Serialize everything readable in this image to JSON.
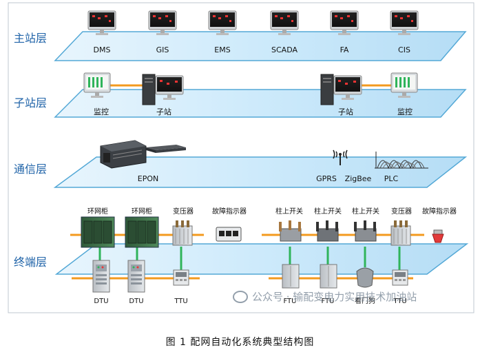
{
  "caption": "图 1 配网自动化系统典型结构图",
  "watermark": "公众号 · 输配变电力实用技术加油站",
  "colors": {
    "band_fill": "#cfe9f8",
    "band_edge": "#4aa9d9",
    "link_orange": "#f39a1e",
    "link_green": "#2fb45a",
    "layer_label": "#1f63a8"
  },
  "layers": {
    "master": {
      "label": "主站层",
      "items": [
        "DMS",
        "GIS",
        "EMS",
        "SCADA",
        "FA",
        "CIS"
      ]
    },
    "substation": {
      "label": "子站层",
      "items": [
        "监控",
        "子站",
        "子站",
        "监控"
      ]
    },
    "communication": {
      "label": "通信层",
      "items": [
        "EPON",
        "GPRS",
        "ZigBee",
        "PLC"
      ]
    },
    "terminal": {
      "label": "终端层",
      "top_items": [
        "环网柜",
        "环网柜",
        "变压器",
        "故障指示器",
        "柱上开关",
        "柱上开关",
        "柱上开关",
        "变压器",
        "故障指示器"
      ],
      "bottom_items": [
        "DTU",
        "DTU",
        "TTU",
        "FTU",
        "FTU",
        "看门狗",
        "TTU"
      ]
    }
  }
}
